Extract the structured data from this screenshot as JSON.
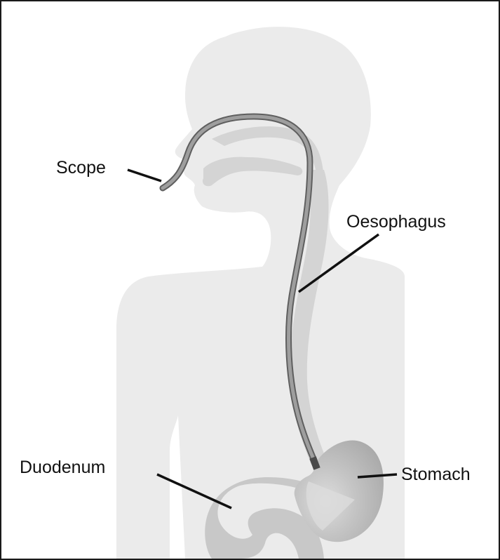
{
  "labels": {
    "scope": "Scope",
    "oesophagus": "Oesophagus",
    "stomach": "Stomach",
    "duodenum": "Duodenum"
  },
  "colors": {
    "body": "#ebebeb",
    "tract": "#d4d4d4",
    "stomach": "#b8b8b8",
    "stomach_light": "#d9d9d9",
    "scope": "#8e8e8e",
    "leader": "#111111",
    "frame": "#1a1a1a"
  }
}
